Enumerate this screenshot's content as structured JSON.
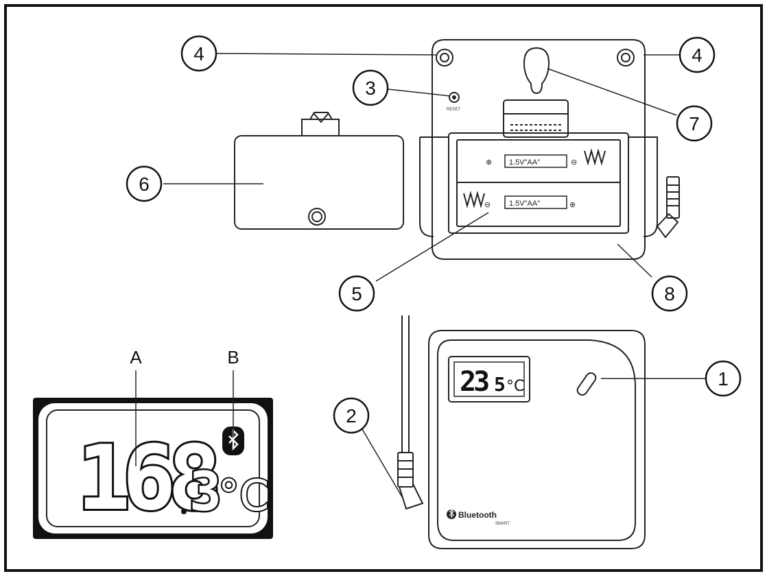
{
  "callouts": {
    "c1": "1",
    "c2": "2",
    "c3": "3",
    "c4_left": "4",
    "c4_right": "4",
    "c5": "5",
    "c6": "6",
    "c7": "7",
    "c8": "8"
  },
  "lcd_labels": {
    "a": "A",
    "b": "B"
  },
  "battery_labels": {
    "top": "1.5V\"AA\"",
    "bottom": "1.5V\"AA\""
  },
  "reset_label": "RESET",
  "large_display": {
    "digits": "168",
    "decimal": "3",
    "unit": "°C"
  },
  "small_display": {
    "digits": "23",
    "decimal": "5",
    "unit": "°C"
  },
  "brand": {
    "text": "Bluetooth",
    "sub": "SMART",
    "icon": "bluetooth-icon"
  }
}
